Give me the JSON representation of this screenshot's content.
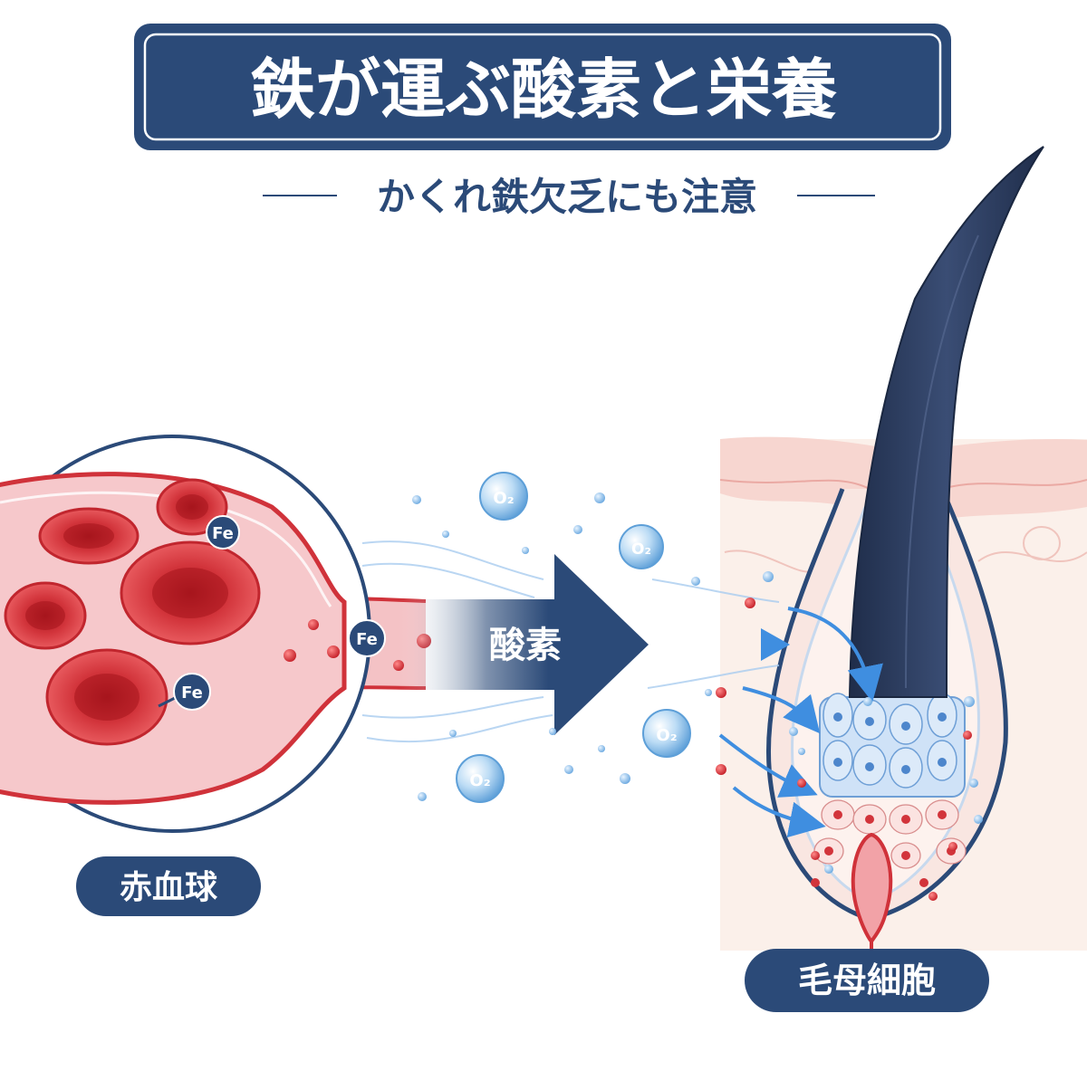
{
  "title": "鉄が運ぶ酸素と栄養",
  "subtitle": "かくれ鉄欠乏にも注意",
  "labels": {
    "red_blood_cell": "赤血球",
    "hair_matrix_cell": "毛母細胞",
    "oxygen_arrow": "酸素"
  },
  "markers": {
    "iron": "Fe",
    "oxygen": "O₂"
  },
  "colors": {
    "navy": "#2b4a78",
    "blood_red": "#d0323a",
    "vessel_pink": "#f3b6ba",
    "oxygen_blue": "#7fb6e6",
    "hair_dark": "#2c3c5e",
    "skin": "#f7dcd3"
  },
  "icons": {
    "iron_marker": "fe-circle-badge",
    "oxygen_marker": "o2-bubble",
    "flow_arrow": "big-right-arrow",
    "delivery_arrows": "curved-blue-arrows"
  }
}
